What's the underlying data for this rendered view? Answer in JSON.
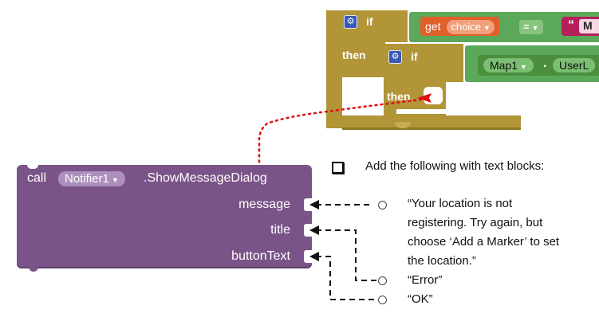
{
  "top_blocks": {
    "if_outer": "if",
    "then_outer": "then",
    "get_label": "get",
    "choice_var": "choice",
    "eq_op": "=",
    "text_quote": "“",
    "text_cut": "M",
    "if_inner": "if",
    "component": "Map1",
    "dot": ".",
    "prop_cut": "UserL",
    "then_inner": "then"
  },
  "notifier_block": {
    "call_label": "call",
    "component": "Notifier1",
    "method": ".ShowMessageDialog",
    "params": [
      "message",
      "title",
      "buttonText"
    ]
  },
  "instructions": {
    "heading": "Add the following with text blocks:",
    "items": [
      "“Your location is not",
      "registering. Try again, but",
      "choose ‘Add a Marker’ to set",
      "the location.”",
      "“Error”",
      "“OK”"
    ]
  },
  "icons": {
    "gear": "gear-icon",
    "dropdown": "dropdown-arrow-icon",
    "arrow": "red-pointer-arrow-icon",
    "checkbox": "checkbox-icon",
    "bullet": "circle-bullet-icon"
  },
  "colors": {
    "control_gold": "#b19537",
    "logic_green": "#5ba85a",
    "variable_orange": "#e0602a",
    "component_purple": "#7a5488",
    "gear_blue": "#3a58b8",
    "pointer_red": "#e01010"
  }
}
